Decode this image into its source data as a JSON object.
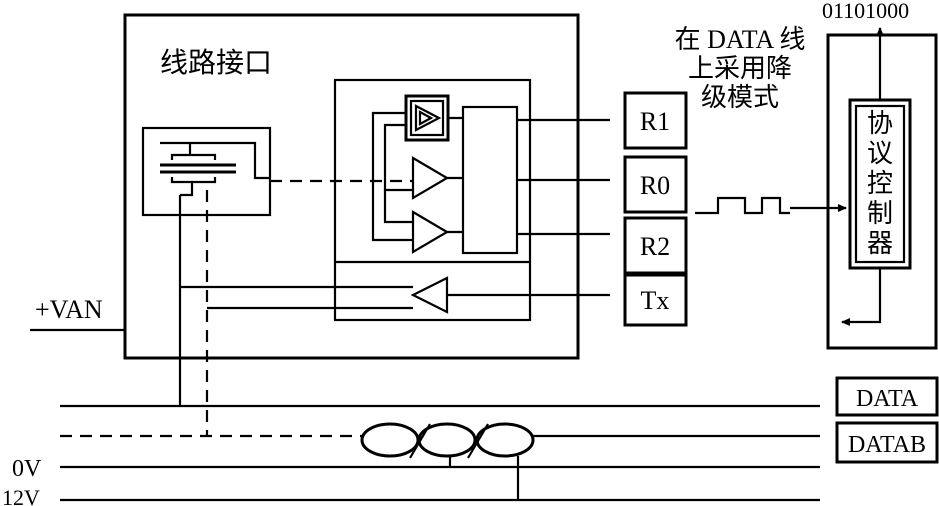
{
  "diagram": {
    "line_interface_label": "线路接口",
    "receivers": [
      "R1",
      "R0",
      "R2"
    ],
    "transmitter": "Tx",
    "note_lines": [
      "在 DATA 线",
      "上采用降",
      "级模式"
    ],
    "bit_pattern": "01101000",
    "controller_label": "协议控制器",
    "supply_label": "+VAN",
    "bus": {
      "data": "DATA",
      "datab": "DATAB",
      "zero_v": "0V",
      "twelve_v": "12V"
    }
  },
  "colors": {
    "stroke": "#000000",
    "background": "#ffffff"
  }
}
